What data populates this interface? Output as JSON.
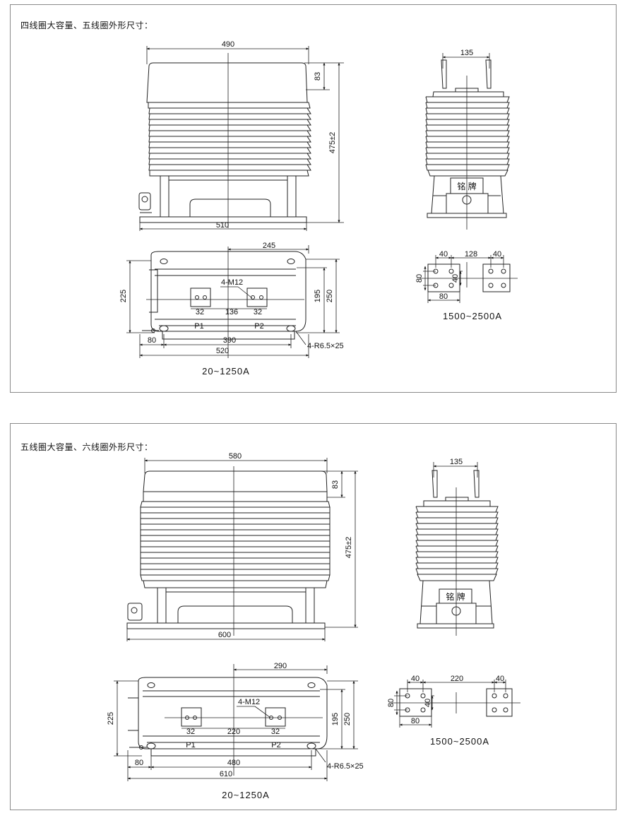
{
  "panels": [
    {
      "title": "四线圈大容量、五线圈外形尺寸：",
      "front": {
        "top_width": "490",
        "base_width": "510",
        "cap_height": "83",
        "total_height": "475±2"
      },
      "side": {
        "terminal_spacing": "135",
        "nameplate": "铭 牌"
      },
      "plan": {
        "half_span": "245",
        "depth_a": "225",
        "depth_b": "195",
        "depth_c": "250",
        "bolt": "4-M12",
        "pad_a": "32",
        "pad_b": "32",
        "pad_spacing": "136",
        "p1": "P1",
        "p2": "P2",
        "edge": "80",
        "hole_spacing": "390",
        "overall": "520",
        "holes": "4-R6.5×25",
        "caption": "20~1250A"
      },
      "terminal": {
        "w1": "40",
        "gap": "128",
        "w2": "40",
        "h1": "80",
        "h2": "40",
        "w3": "80",
        "caption": "1500~2500A"
      }
    },
    {
      "title": "五线圈大容量、六线圈外形尺寸：",
      "front": {
        "top_width": "580",
        "base_width": "600",
        "cap_height": "83",
        "total_height": "475±2"
      },
      "side": {
        "terminal_spacing": "135",
        "nameplate": "铭 牌"
      },
      "plan": {
        "half_span": "290",
        "depth_a": "225",
        "depth_b": "195",
        "depth_c": "250",
        "bolt": "4-M12",
        "pad_a": "32",
        "pad_b": "32",
        "pad_spacing": "220",
        "p1": "P1",
        "p2": "P2",
        "edge": "80",
        "hole_spacing": "480",
        "overall": "610",
        "holes": "4-R6.5×25",
        "caption": "20~1250A"
      },
      "terminal": {
        "w1": "40",
        "gap": "220",
        "w2": "40",
        "h1": "80",
        "h2": "40",
        "w3": "80",
        "caption": "1500~2500A"
      }
    }
  ]
}
